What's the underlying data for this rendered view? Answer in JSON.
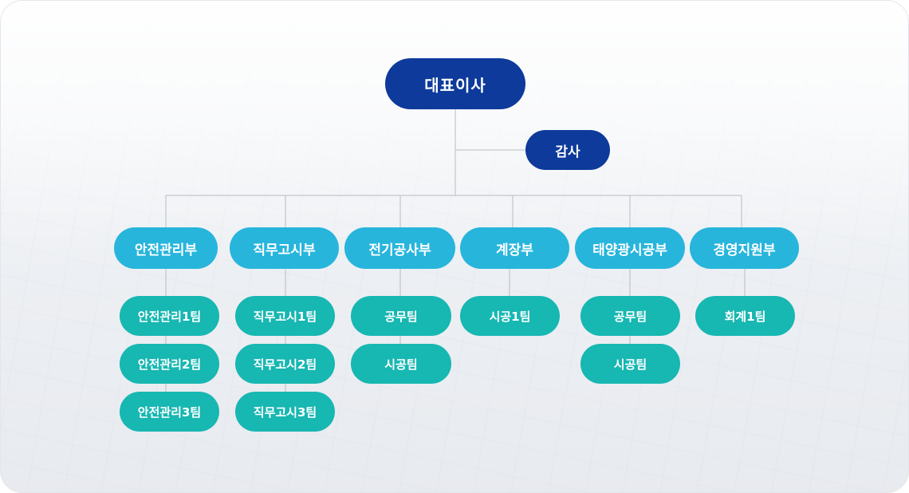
{
  "org_chart": {
    "ceo": "대표이사",
    "audit": "감사",
    "departments": [
      {
        "name": "안전관리부",
        "teams": [
          "안전관리1팀",
          "안전관리2팀",
          "안전관리3팀"
        ]
      },
      {
        "name": "직무고시부",
        "teams": [
          "직무고시1팀",
          "직무고시2팀",
          "직무고시3팀"
        ]
      },
      {
        "name": "전기공사부",
        "teams": [
          "공무팀",
          "시공팀"
        ]
      },
      {
        "name": "계장부",
        "teams": [
          "시공1팀"
        ]
      },
      {
        "name": "태양광시공부",
        "teams": [
          "공무팀",
          "시공팀"
        ]
      },
      {
        "name": "경영지원부",
        "teams": [
          "회계1팀"
        ]
      }
    ]
  },
  "colors": {
    "executive": "#0d3a9b",
    "department": "#27b5dc",
    "team": "#17b7b2",
    "connector": "#b8bcc2"
  }
}
